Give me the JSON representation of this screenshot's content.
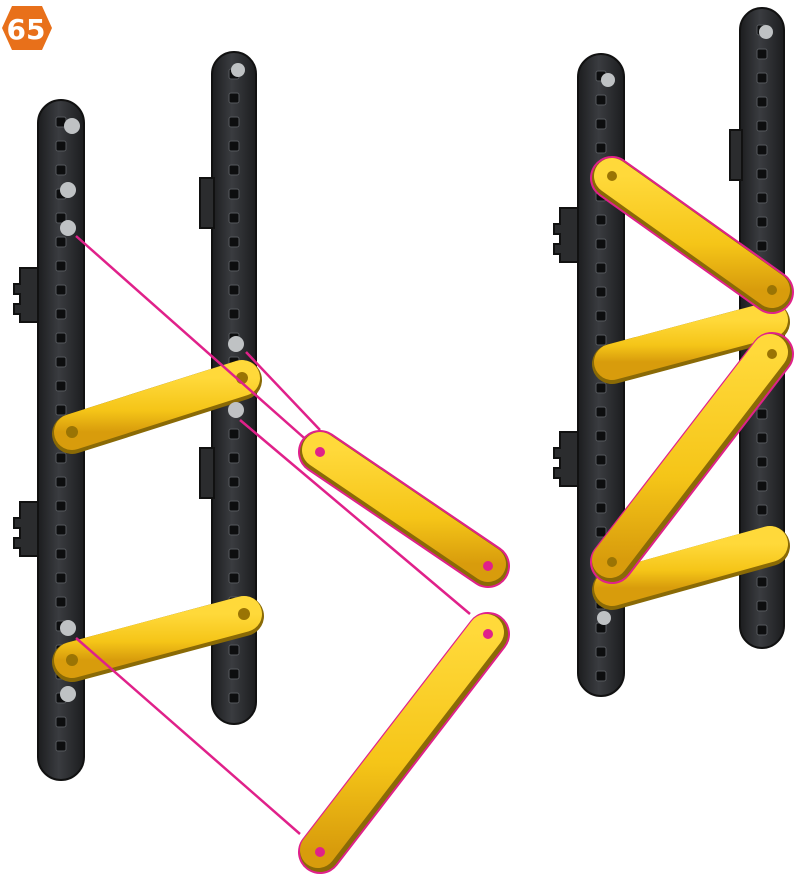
{
  "step": {
    "number": "65",
    "badge_color": "#e8701a",
    "text_color": "#ffffff"
  },
  "colors": {
    "beam_dark": "#2e3033",
    "beam_edge": "#141517",
    "beam_hole": "#0d0e0f",
    "beam_highlight": "#55585c",
    "link_yellow": "#f5c518",
    "link_yellow_dark": "#d49a0a",
    "link_outline_magenta": "#e0218a",
    "guide_line_magenta": "#e0218a",
    "pin_grey": "#bfc2c4"
  },
  "parts": {
    "beam_icon": "black-structural-beam",
    "link_icon": "yellow-link-beam",
    "pin_icon": "grey-pin",
    "connector_icon": "black-corner-connector"
  }
}
